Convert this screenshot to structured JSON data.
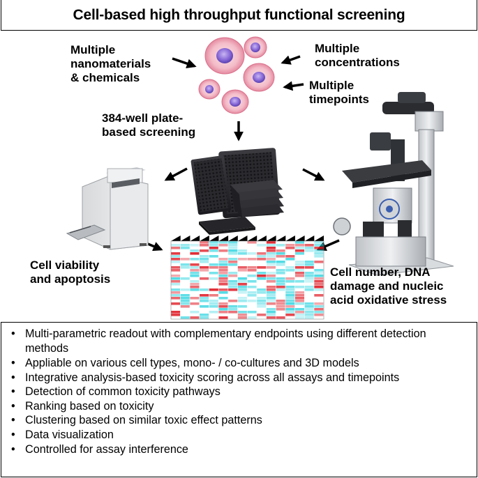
{
  "title": "Cell-based high throughput functional screening",
  "labels": {
    "nanomaterials": [
      "Multiple",
      "nanomaterials",
      "& chemicals"
    ],
    "concentrations": [
      "Multiple",
      "concentrations"
    ],
    "timepoints": [
      "Multiple",
      "timepoints"
    ],
    "screening": [
      "384-well plate-",
      "based screening"
    ],
    "viability": [
      "Cell viability",
      "and  apoptosis"
    ],
    "cell_number": [
      "Cell number, DNA",
      "damage and nucleic",
      "acid oxidative stress"
    ]
  },
  "bullets": [
    "Multi-parametric readout with complementary endpoints using different detection methods",
    "Appliable on various cell types, mono- / co-cultures and 3D models",
    "Integrative analysis-based toxicity scoring across all assays and timepoints",
    "Detection of common toxicity pathways",
    "Ranking based on toxicity",
    "Clustering based on similar toxic effect patterns",
    "Data visualization",
    "Controlled for assay interference"
  ],
  "icons": {
    "cells": "cell-cluster-icon",
    "plates": "well-plate-stack-icon",
    "reader": "plate-reader-icon",
    "microscope": "microscope-icon",
    "heatmap": "heatmap-icon"
  },
  "colors": {
    "cell_membrane": "#f2b8c4",
    "cell_nucleus": "#7a5bc7",
    "plate": "#2b2b2f",
    "heatmap_high": "#e0202a",
    "heatmap_low": "#2fd4e0"
  }
}
